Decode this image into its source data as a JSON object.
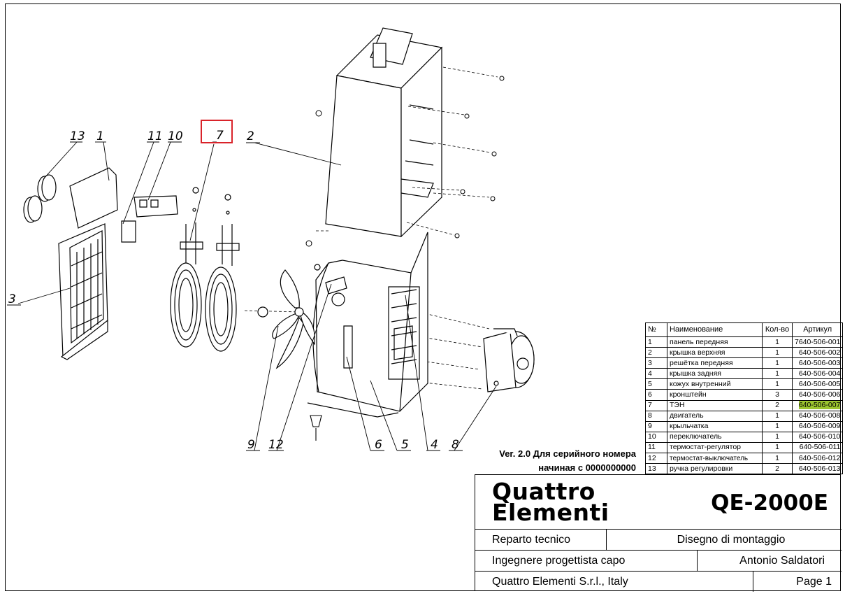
{
  "callouts": [
    "1",
    "2",
    "3",
    "4",
    "5",
    "6",
    "7",
    "8",
    "9",
    "10",
    "11",
    "12",
    "13"
  ],
  "highlighted_callout": "7",
  "highlight_color": "#d9232a",
  "table": {
    "headers": [
      "№",
      "Наименование",
      "Кол-во",
      "Артикул"
    ],
    "rows": [
      {
        "no": "1",
        "name": "панель передняя",
        "qty": "1",
        "art": "7640-506-001"
      },
      {
        "no": "2",
        "name": "крышка верхняя",
        "qty": "1",
        "art": "640-506-002"
      },
      {
        "no": "3",
        "name": "решётка передняя",
        "qty": "1",
        "art": "640-506-003"
      },
      {
        "no": "4",
        "name": "крышка задняя",
        "qty": "1",
        "art": "640-506-004"
      },
      {
        "no": "5",
        "name": "кожух внутренний",
        "qty": "1",
        "art": "640-506-005"
      },
      {
        "no": "6",
        "name": "кронштейн",
        "qty": "3",
        "art": "640-506-006"
      },
      {
        "no": "7",
        "name": "ТЭН",
        "qty": "2",
        "art": "640-506-007"
      },
      {
        "no": "8",
        "name": "двигатель",
        "qty": "1",
        "art": "640-506-008"
      },
      {
        "no": "9",
        "name": "крыльчатка",
        "qty": "1",
        "art": "640-506-009"
      },
      {
        "no": "10",
        "name": "переключатель",
        "qty": "1",
        "art": "640-506-010"
      },
      {
        "no": "11",
        "name": "термостат-регулятор",
        "qty": "1",
        "art": "640-506-011"
      },
      {
        "no": "12",
        "name": "термостат-выключатель",
        "qty": "1",
        "art": "640-506-012"
      },
      {
        "no": "13",
        "name": "ручка регулировки",
        "qty": "2",
        "art": "640-506-013"
      }
    ],
    "highlight_row": "7",
    "highlight_color": "#9cc62f"
  },
  "version": {
    "line1": "Ver. 2.0 Для серийного номера",
    "line2": "начиная с 0000000000"
  },
  "title_block": {
    "logo_line1": "Quattro",
    "logo_line2": "Elementi",
    "model": "QE-2000E",
    "department": "Reparto tecnico",
    "drawing_type": "Disegno di montaggio",
    "role": "Ingegnere progettista capo",
    "engineer": "Antonio Saldatori",
    "company": "Quattro Elementi S.r.l., Italy",
    "page": "Page 1"
  }
}
